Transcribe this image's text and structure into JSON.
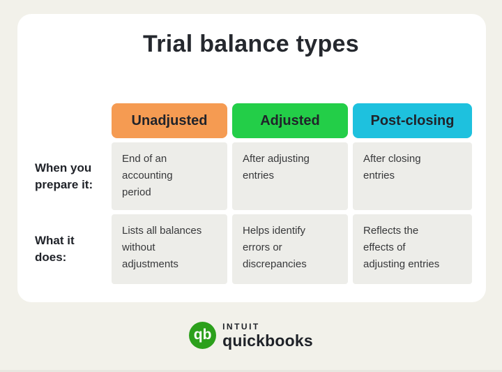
{
  "title": "Trial balance types",
  "colors": {
    "page_bg": "#F2F1EA",
    "card_bg": "#FFFFFF",
    "cell_bg": "#EDEDE9",
    "header_unadjusted": "#F59B52",
    "header_adjusted": "#23CE48",
    "header_post_closing": "#1EC1DE",
    "qb_green": "#2CA01C"
  },
  "table": {
    "columns": [
      {
        "label": "Unadjusted"
      },
      {
        "label": "Adjusted"
      },
      {
        "label": "Post-closing"
      }
    ],
    "rows": [
      {
        "label": "When you\nprepare it:",
        "cells": [
          "End of an\naccounting\nperiod",
          "After adjusting\nentries",
          "After closing\nentries"
        ]
      },
      {
        "label": "What it\ndoes:",
        "cells": [
          "Lists all balances\nwithout\nadjustments",
          "Helps identify\nerrors or\ndiscrepancies",
          "Reflects the\neffects of\nadjusting entries"
        ]
      }
    ]
  },
  "chart_data": {
    "type": "table",
    "title": "Trial balance types",
    "columns": [
      "Unadjusted",
      "Adjusted",
      "Post-closing"
    ],
    "row_labels": [
      "When you prepare it:",
      "What it does:"
    ],
    "cells": [
      [
        "End of an accounting period",
        "After adjusting entries",
        "After closing entries"
      ],
      [
        "Lists all balances without adjustments",
        "Helps identify errors or discrepancies",
        "Reflects the effects of adjusting entries"
      ]
    ],
    "header_colors": [
      "#F59B52",
      "#23CE48",
      "#1EC1DE"
    ]
  },
  "footer": {
    "monogram": "qb",
    "brand_top": "INTUIT",
    "brand_bottom": "quickbooks"
  }
}
